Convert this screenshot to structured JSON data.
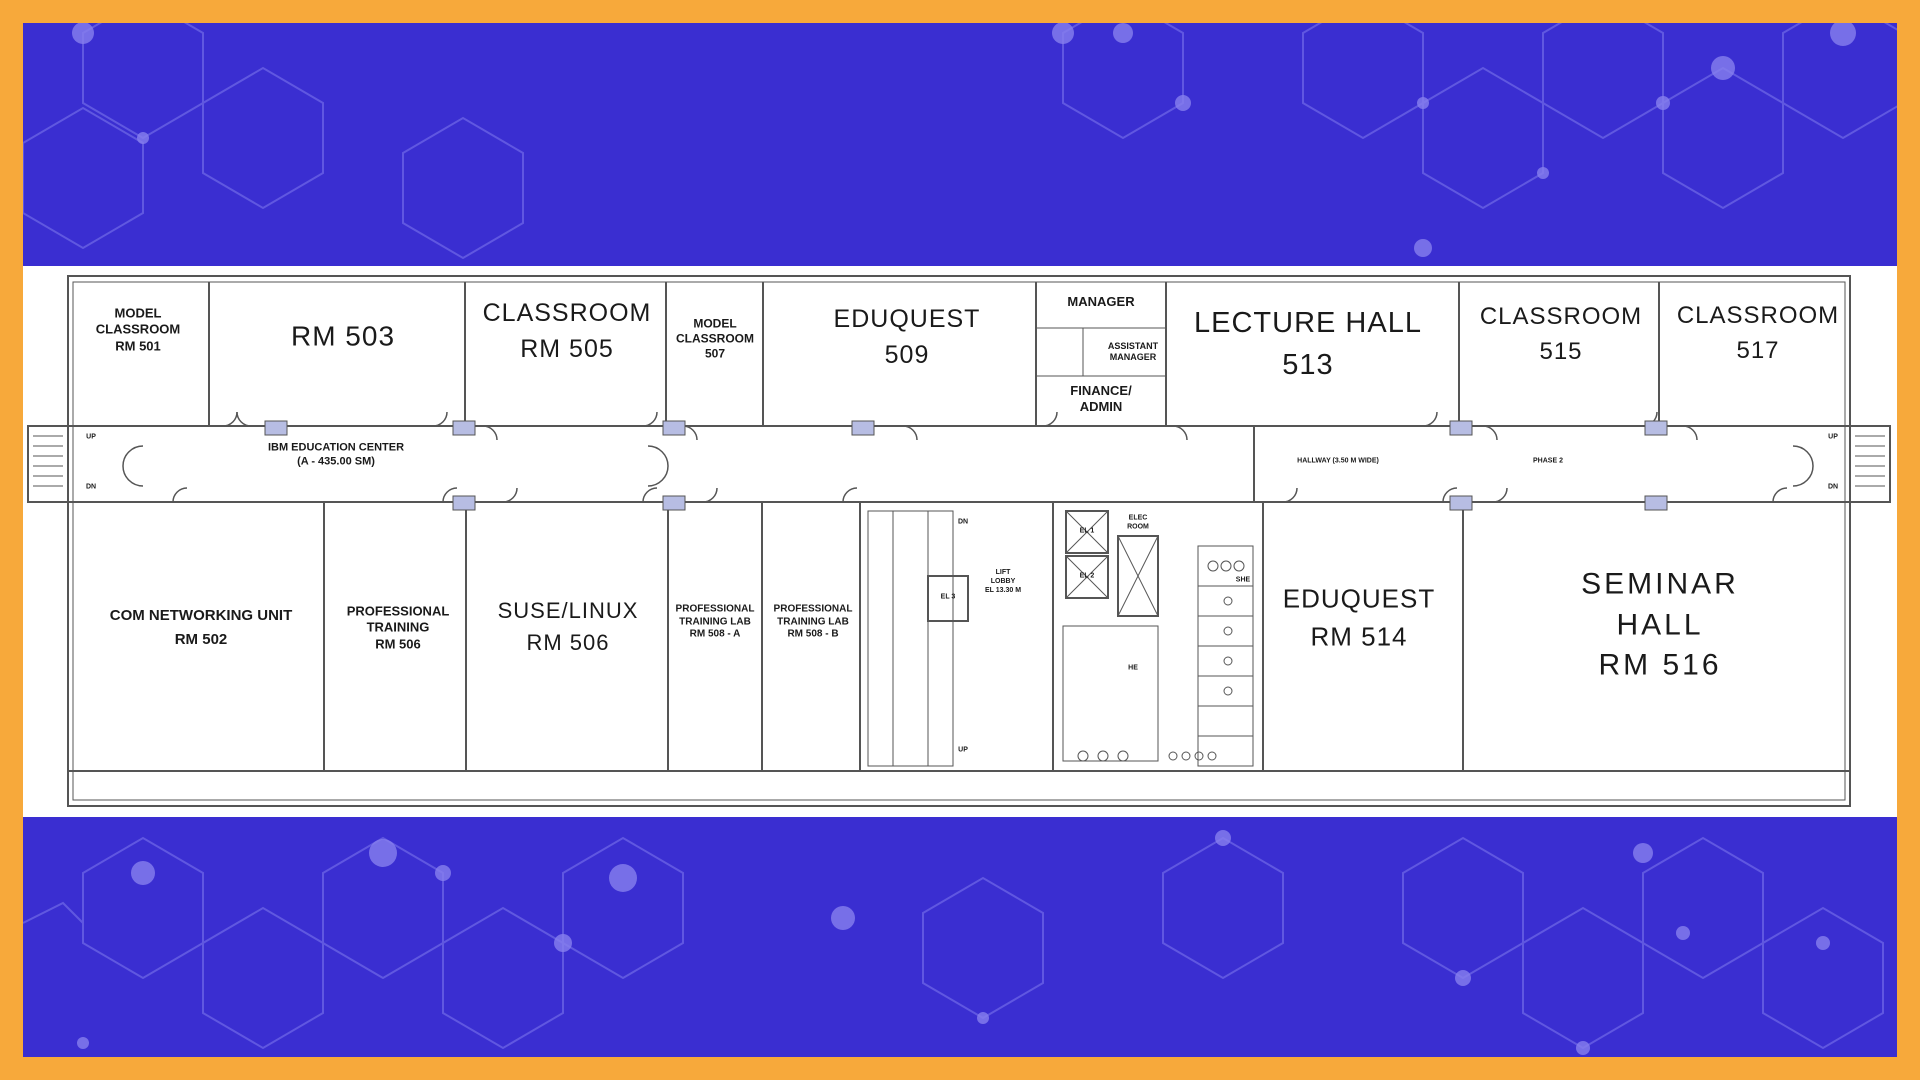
{
  "colors": {
    "frame_border": "#F7A93B",
    "background": "#3A2ED1",
    "hex_lines": "#6D66E6",
    "walls": "#555555",
    "columns": "#B7BDE3"
  },
  "rooms": {
    "r501": "MODEL\nCLASSROOM\nRM 501",
    "r503": "RM 503",
    "r505": "CLASSROOM\nRM 505",
    "r507": "MODEL\nCLASSROOM\n507",
    "r509": "EDUQUEST\n509",
    "manager": "MANAGER",
    "assistant_manager": "ASSISTANT\nMANAGER",
    "finance": "FINANCE/\nADMIN",
    "r513": "LECTURE HALL\n513",
    "r515": "CLASSROOM\n515",
    "r517": "CLASSROOM\n517",
    "r502": "COM NETWORKING UNIT\nRM 502",
    "prof_training_506": "PROFESSIONAL\nTRAINING\nRM 506",
    "suse_506": "SUSE/LINUX\nRM 506",
    "lab_508a": "PROFESSIONAL\nTRAINING LAB\nRM 508 - A",
    "lab_508b": "PROFESSIONAL\nTRAINING LAB\nRM 508 - B",
    "r514": "EDUQUEST\nRM 514",
    "r516": "SEMINAR HALL\nRM 516"
  },
  "corridor": {
    "ibm_center": "IBM EDUCATION CENTER\n(A - 435.00 SM)",
    "hallway": "HALLWAY (3.50 M WIDE)",
    "phase": "PHASE 2"
  },
  "core": {
    "lift_lobby": "LIFT\nLOBBY\nEL 13.30 M",
    "elec_room": "ELEC\nROOM",
    "lift_1": "EL 1",
    "lift_2": "EL 2",
    "lift_3": "EL 3",
    "he": "HE",
    "she": "SHE"
  },
  "stairs": {
    "up": "UP",
    "dn": "DN"
  }
}
